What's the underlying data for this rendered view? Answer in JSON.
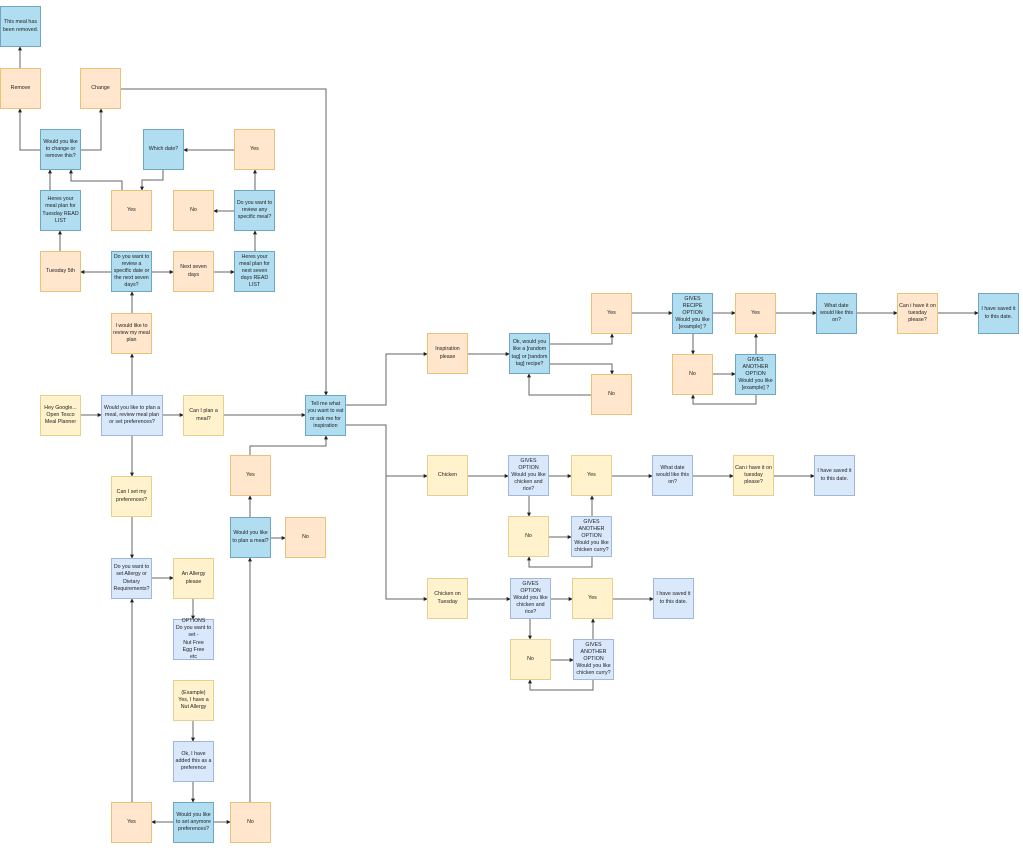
{
  "colors": {
    "orange": "#ffe6cc",
    "yellow": "#fff2cc",
    "light_blue": "#dae8fc",
    "blue": "#b1ddf0",
    "edge": "#555555"
  },
  "nodes": {
    "removed": "This meal has been removed.",
    "remove": "Remove",
    "change": "Change",
    "change_or_remove": "Would you like to change or remove this?",
    "which_date": "Which date?",
    "yes_review_specific": "Yes",
    "heres_tuesday": "Heres your meal plan for Tuesday READ LIST",
    "yes_which_date": "Yes",
    "no_review_specific": "No",
    "review_specific_meal": "Do you want to review any specific meal?",
    "tuesday_5th": "Tuesday 5th",
    "review_date_or_week": "Do you want to review a specific date or the next seven days?",
    "next_seven_days": "Next seven days",
    "heres_seven_days": "Heres your meal plan for next seven days READ LIST",
    "review_meal_plan": "I would like to review my meal plan",
    "hey_google": "Hey Google...\nOpen Tesco\nMeal Planner",
    "main_menu": "Would you like to plan a meal, review meal plan or set preferences?",
    "can_i_plan": "Can I plan a meal?",
    "tell_me": "Tell me what you want to eat or ask me for inspiration",
    "yes_plan": "Yes",
    "would_you_plan": "Would you like to plan a meal?",
    "no_plan": "No",
    "can_i_set_prefs": "Can I set my preferences?",
    "allergy_question": "Do you want to set Allergy or Dietary Requirements?",
    "allergy_please": "An Allergy please",
    "options": "OPTIONS\nDo you want to set -\nNut Free\nEgg Free\netc",
    "example_nut": "(Example)\nYes, I have a Nut Allergy",
    "added_pref": "Ok, I have added this as a preference",
    "set_anymore": "Would you like to set anymore preferences?",
    "yes_anymore": "Yes",
    "no_anymore": "No",
    "inspiration": "Inspiration please",
    "random_tag": "Ok, would you like a [random tag] or [random tag] recipe?",
    "yes_random": "Yes",
    "no_random": "No",
    "recipe_option": "GIVES RECIPE OPTION\nWould you like [example] ?",
    "yes_recipe": "Yes",
    "no_recipe": "No",
    "another_recipe": "GIVES ANOTHER OPTION\nWould you like [example] ?",
    "what_date_1": "What date would like this on?",
    "tuesday_please_1": "Can i have it on tuesday please?",
    "saved_1": "I have saved it to this date.",
    "chicken": "Chicken",
    "gives_option_1": "GIVES OPTION\nWould you like chicken and rice?",
    "yes_chicken": "Yes",
    "what_date_2": "What date would like this on?",
    "tuesday_please_2": "Can i have it on tuesday please?",
    "saved_2": "I have saved it to this date.",
    "no_chicken": "No",
    "another_chicken": "GIVES ANOTHER OPTION\nWould you like chicken curry?",
    "chicken_tuesday": "Chicken on Tuesday",
    "gives_option_2": "GIVES OPTION\nWould you like chicken and rice?",
    "yes_chicken_tue": "Yes",
    "saved_3": "I have saved it to this date.",
    "no_chicken_tue": "No",
    "another_chicken_tue": "GIVES ANOTHER OPTION\nWould you like chicken curry?"
  }
}
